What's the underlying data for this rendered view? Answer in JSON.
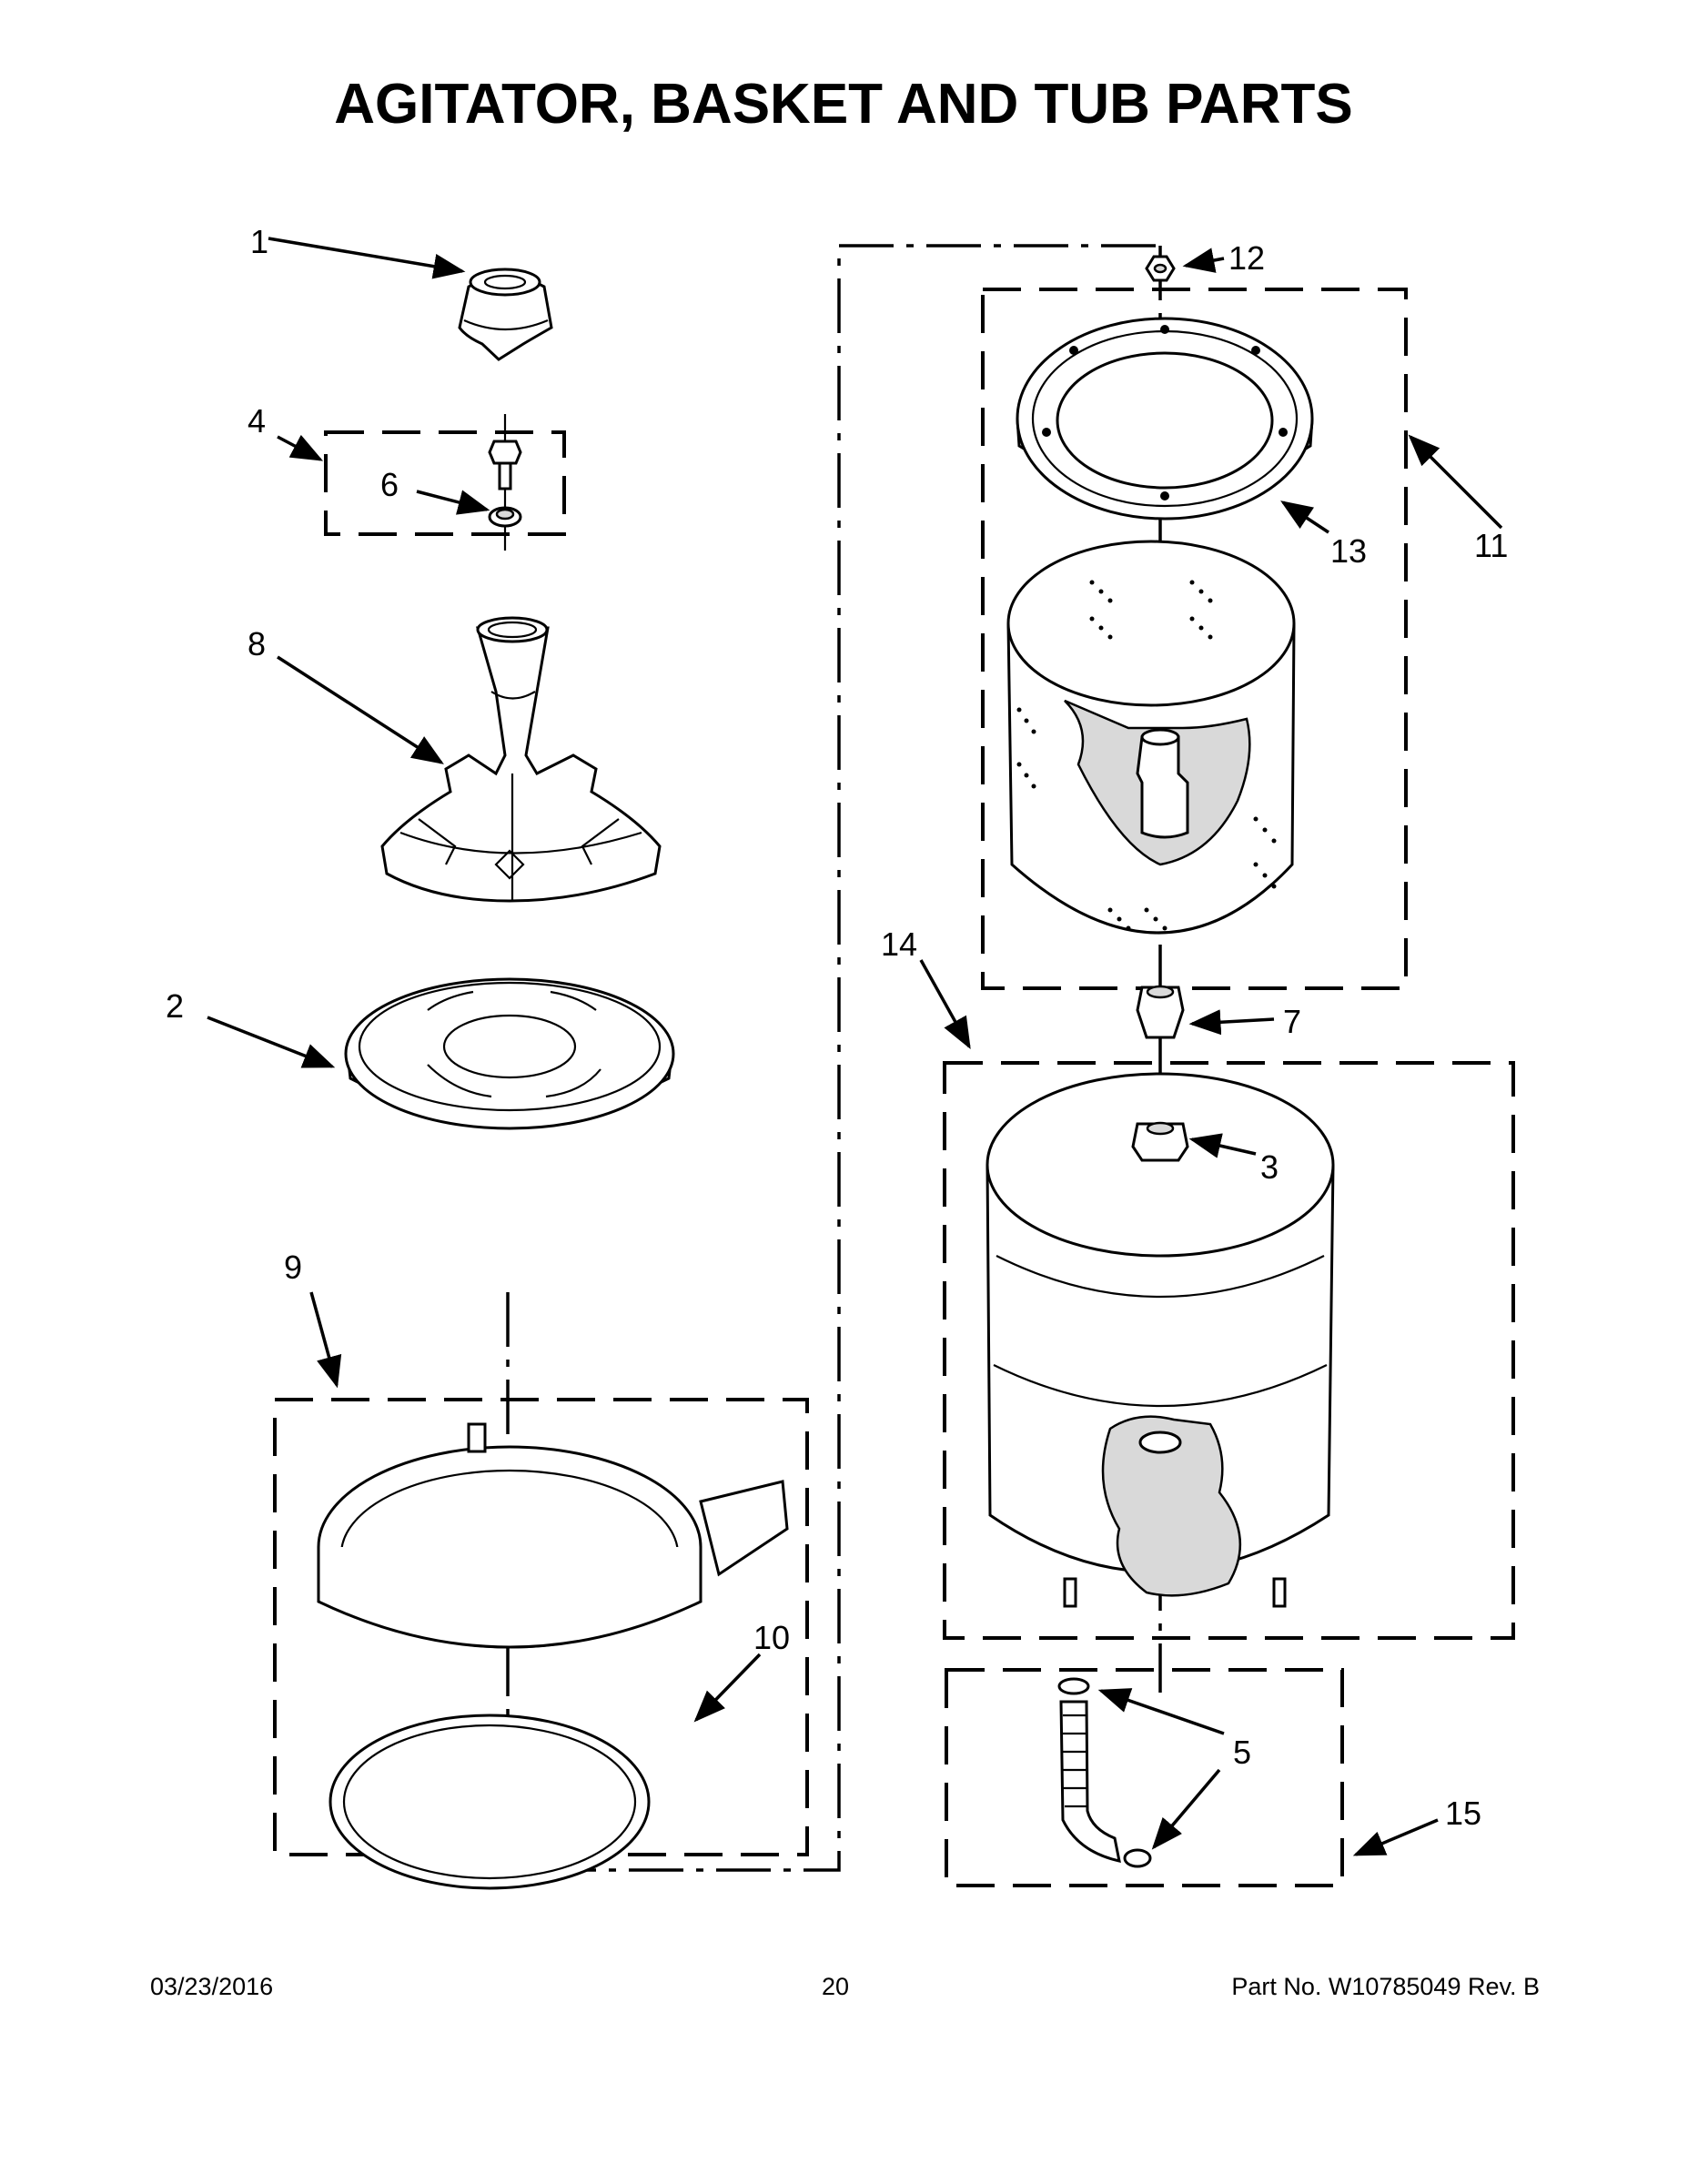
{
  "title": "AGITATOR, BASKET AND TUB PARTS",
  "callouts": {
    "c1": "1",
    "c2": "2",
    "c3": "3",
    "c4": "4",
    "c5": "5",
    "c6": "6",
    "c7": "7",
    "c8": "8",
    "c9": "9",
    "c10": "10",
    "c11": "11",
    "c12": "12",
    "c13": "13",
    "c14": "14",
    "c15": "15"
  },
  "footer": {
    "date": "03/23/2016",
    "page": "20",
    "part_no": "Part No.  W10785049  Rev.  B"
  }
}
